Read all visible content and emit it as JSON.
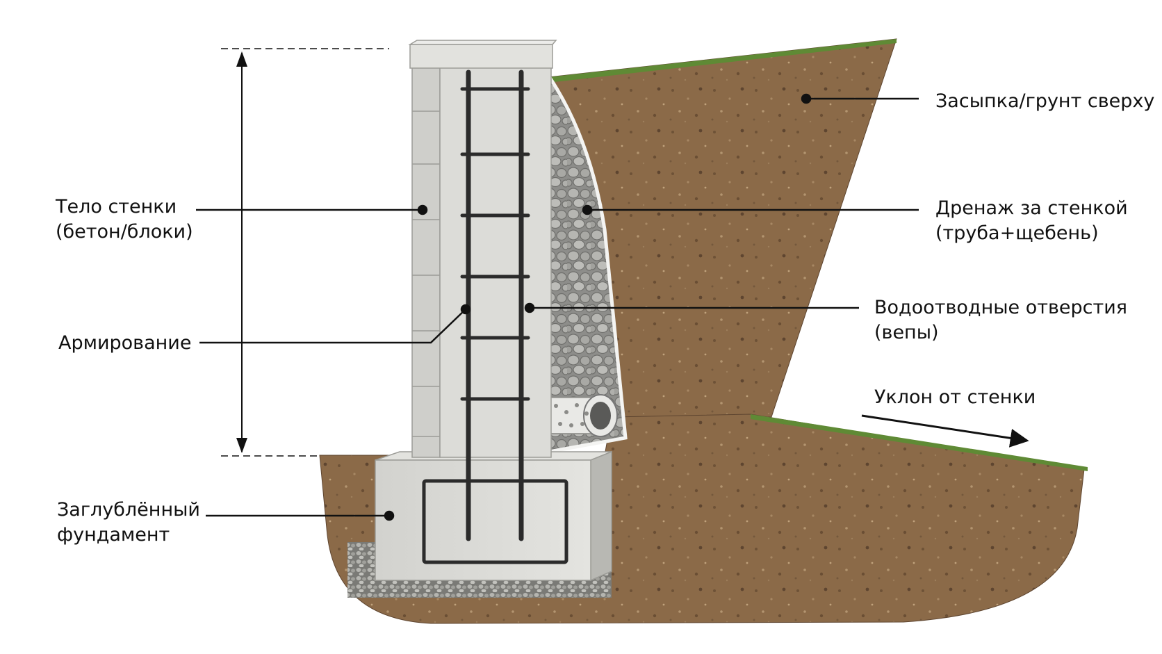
{
  "labels": {
    "body_line1": "Тело стенки",
    "body_line2": "(бетон/блоки)",
    "reinforcement": "Армирование",
    "footing_line1": "Заглублённый",
    "footing_line2": "фундамент",
    "backfill": "Засыпка/грунт сверху",
    "drain_line1": "Дренаж за стенкой",
    "drain_line2": "(труба+щебень)",
    "weep_line1": "Водоотводные отверстия",
    "weep_line2": "(вепы)",
    "slope": "Уклон от стенки"
  },
  "colors": {
    "soil": "#8a6a4a",
    "soil_dark": "#5e4530",
    "concrete": "#d8d8d4",
    "concrete_dark": "#b9b9b4",
    "gravel": "#a3a3a0",
    "grass": "#5f8a35",
    "rebar": "#2b2b2b",
    "text": "#111111"
  }
}
